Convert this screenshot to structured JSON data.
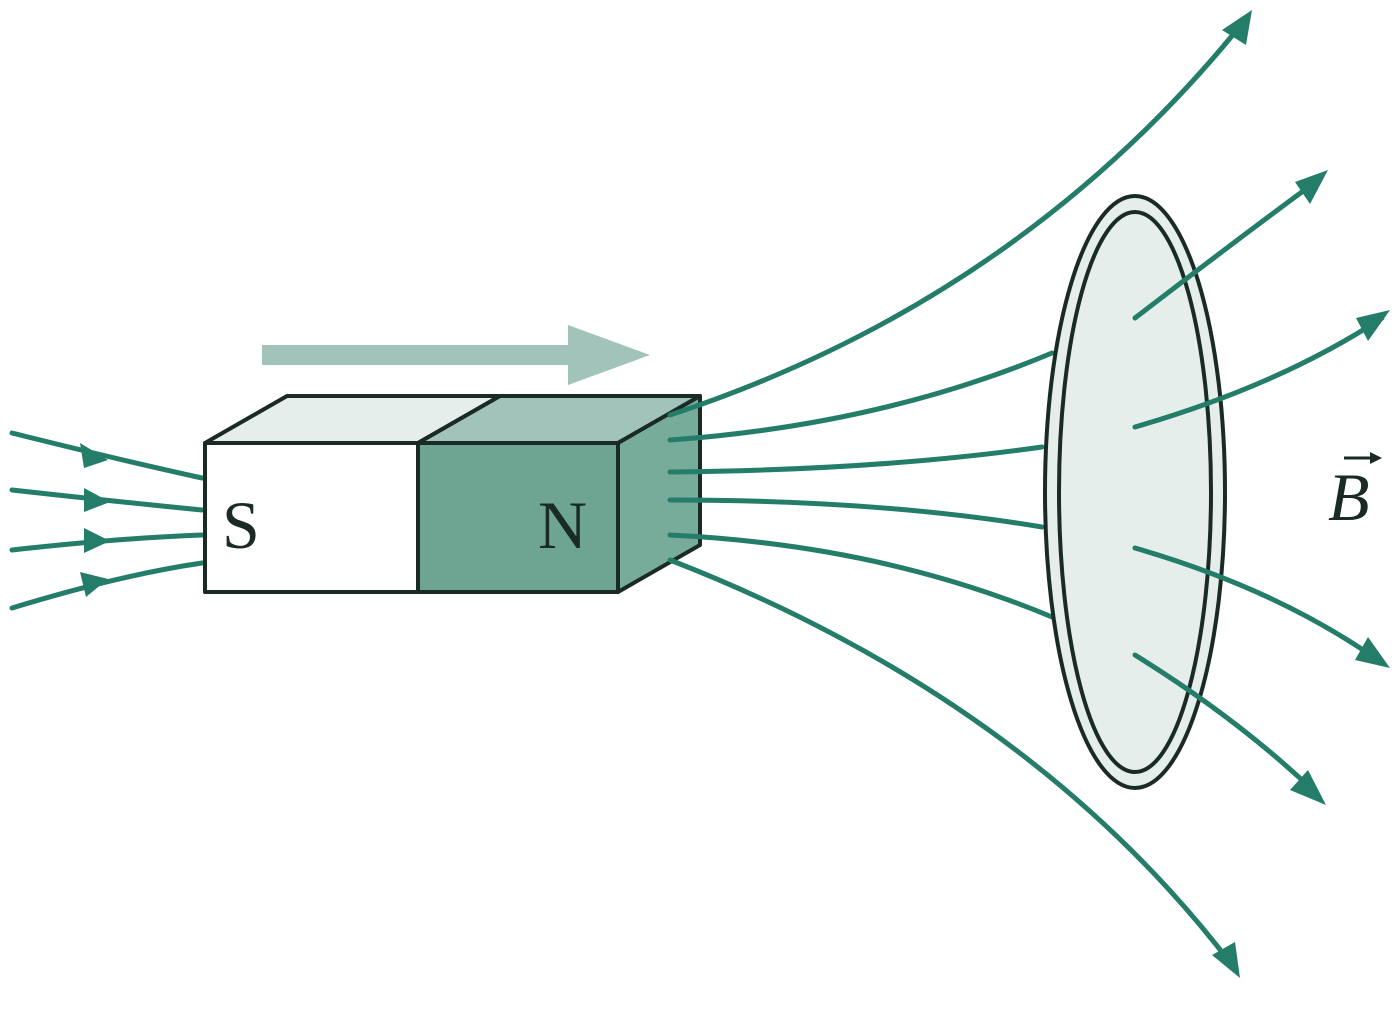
{
  "magnet": {
    "south_label": "S",
    "north_label": "N"
  },
  "field": {
    "label": "B"
  },
  "colors": {
    "field_line": "#247d68",
    "motion_arrow": "#a2c3b9",
    "north_front": "#6ea592",
    "north_side": "#78ac9a",
    "north_top": "#a2c3b9",
    "south_front": "#ffffff",
    "south_top": "#e5eeeb",
    "loop_fill": "#e5eeeb",
    "outline": "#1a2a24"
  },
  "icons": {
    "motion_arrow": "right-arrow-icon",
    "field_vector": "vector-arrow-icon"
  }
}
